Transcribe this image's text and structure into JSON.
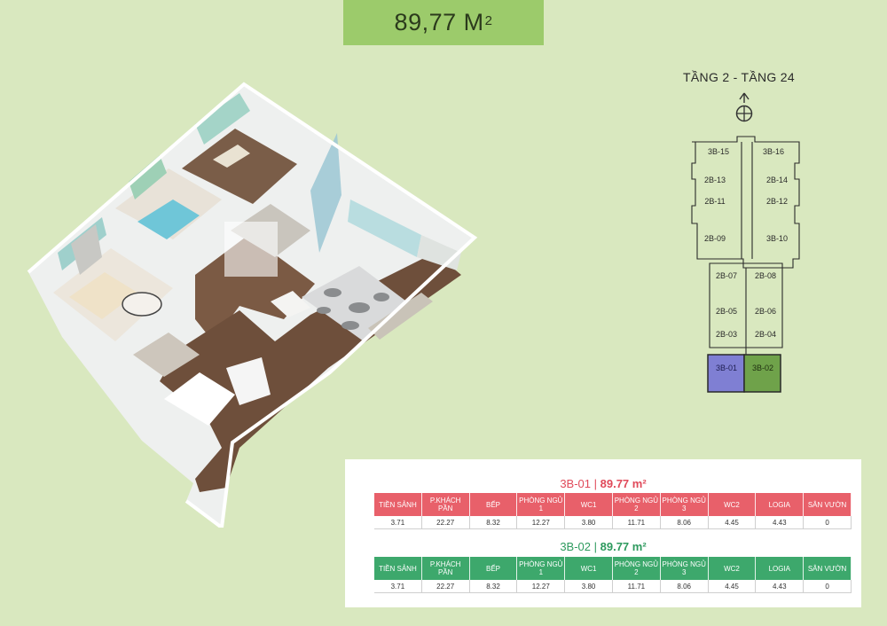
{
  "title": {
    "area_text": "89,77 M",
    "superscript": "2"
  },
  "floors_label": "TẦNG 2 - TẦNG 24",
  "colors": {
    "background": "#d9e8bf",
    "title_bar": "#9ccb6b",
    "unit_1_highlight": "#7f7fd3",
    "unit_2_highlight": "#6fa24a",
    "table_1_header": "#e8606a",
    "table_1_heading_text": "#e04a5a",
    "table_2_header": "#3da86c",
    "table_2_heading_text": "#2e9a5e"
  },
  "icons": {
    "compass": "north-compass-icon"
  },
  "building": {
    "units": {
      "u15": "3B-15",
      "u16": "3B-16",
      "u13": "2B-13",
      "u14": "2B-14",
      "u11": "2B-11",
      "u12": "2B-12",
      "u09": "2B-09",
      "u10": "3B-10",
      "u07": "2B-07",
      "u08": "2B-08",
      "u05": "2B-05",
      "u06": "2B-06",
      "u03": "2B-03",
      "u04": "2B-04",
      "u01": "3B-01",
      "u02": "3B-02"
    }
  },
  "tables": [
    {
      "unit": "3B-01",
      "separator": " | ",
      "area": "89.77 m²",
      "headers": [
        "TIỀN SẢNH",
        "P.KHÁCH PẦN",
        "BẾP",
        "PHÒNG NGỦ 1",
        "WC1",
        "PHÒNG NGỦ 2",
        "PHÒNG NGỦ 3",
        "WC2",
        "LOGIA",
        "SÂN VƯỜN"
      ],
      "values": [
        "3.71",
        "22.27",
        "8.32",
        "12.27",
        "3.80",
        "11.71",
        "8.06",
        "4.45",
        "4.43",
        "0"
      ]
    },
    {
      "unit": "3B-02",
      "separator": " | ",
      "area": "89.77 m²",
      "headers": [
        "TIỀN SẢNH",
        "P.KHÁCH PẦN",
        "BẾP",
        "PHÒNG NGỦ 1",
        "WC1",
        "PHÒNG NGỦ 2",
        "PHÒNG NGỦ 3",
        "WC2",
        "LOGIA",
        "SÂN VƯỜN"
      ],
      "values": [
        "3.71",
        "22.27",
        "8.32",
        "12.27",
        "3.80",
        "11.71",
        "8.06",
        "4.45",
        "4.43",
        "0"
      ]
    }
  ]
}
